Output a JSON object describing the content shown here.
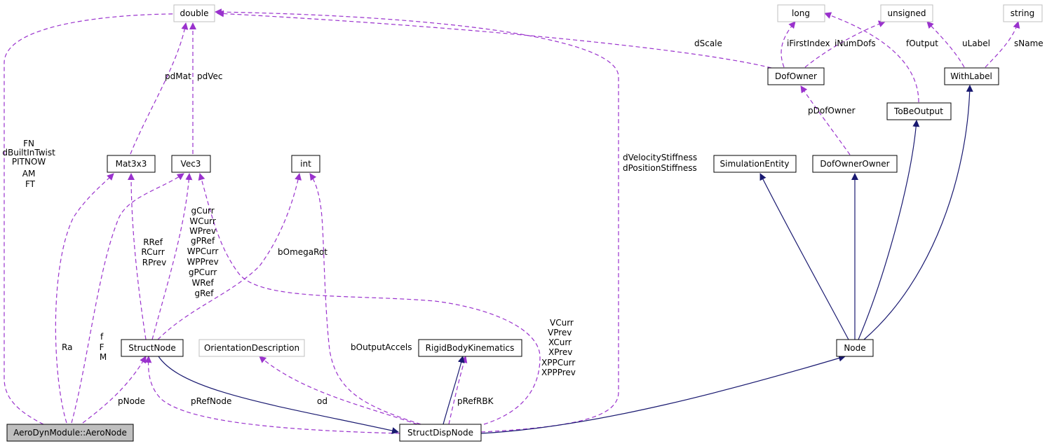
{
  "colors": {
    "inherit": "#191970",
    "usage": "#9a32cd",
    "focus_fill": "#bfbfbf",
    "external_border": "#bfbfbf"
  },
  "nodes": {
    "double": "double",
    "long": "long",
    "unsigned": "unsigned",
    "string": "string",
    "dofowner": "DofOwner",
    "withlabel": "WithLabel",
    "tobeoutput": "ToBeOutput",
    "mat3x3": "Mat3x3",
    "vec3": "Vec3",
    "int": "int",
    "simulationentity": "SimulationEntity",
    "dofownerowner": "DofOwnerOwner",
    "structnode": "StructNode",
    "orientationdescription": "OrientationDescription",
    "rigidbodykinematics": "RigidBodyKinematics",
    "node": "Node",
    "aeronode": "AeroDynModule::AeroNode",
    "structdispnode": "StructDispNode"
  },
  "edge_labels": {
    "ifirstindex": "iFirstIndex",
    "inumdofs": "iNumDofs",
    "foutput": "fOutput",
    "ulabel": "uLabel",
    "sname": "sName",
    "dscale": "dScale",
    "pdmat": "pdMat",
    "pdvec": "pdVec",
    "pdofowner": "pDofOwner",
    "fn_lines": [
      "FN",
      "dBuiltInTwist",
      "PITNOW",
      "AM",
      "FT"
    ],
    "dvel_lines": [
      "dVelocityStiffness",
      "dPositionStiffness"
    ],
    "rref_lines": [
      "RRef",
      "RCurr",
      "RPrev"
    ],
    "gcurr_lines": [
      "gCurr",
      "WCurr",
      "WPrev",
      "gPRef",
      "WPCurr",
      "WPPrev",
      "gPCurr",
      "WRef",
      "gRef"
    ],
    "bomegarot": "bOmegaRot",
    "ra": "Ra",
    "ffm_lines": [
      "f",
      "F",
      "M"
    ],
    "boutputaccels": "bOutputAccels",
    "vcurr_lines": [
      "VCurr",
      "VPrev",
      "XCurr",
      "XPrev",
      "XPPCurr",
      "XPPPrev"
    ],
    "pnode": "pNode",
    "prefnode": "pRefNode",
    "od": "od",
    "prefrbk": "pRefRBK"
  }
}
